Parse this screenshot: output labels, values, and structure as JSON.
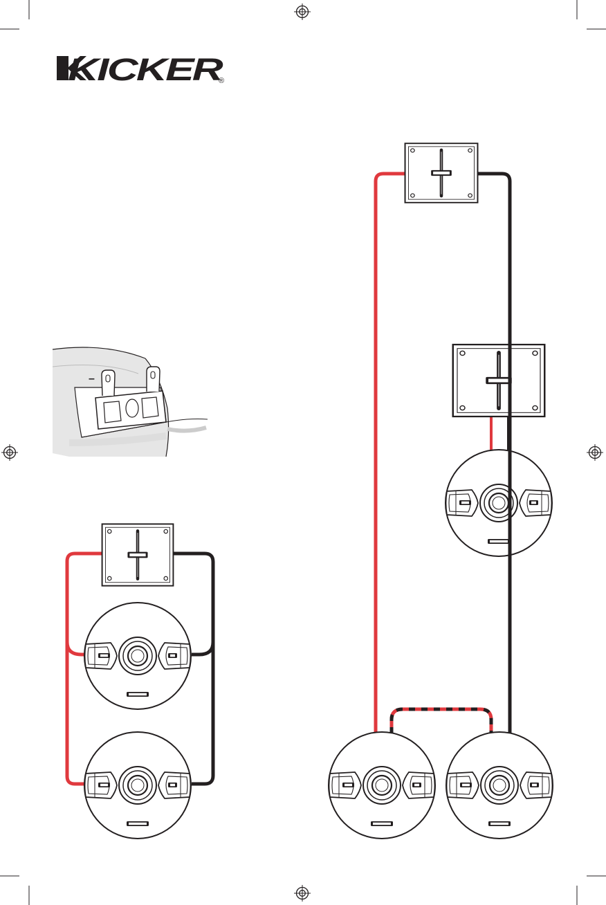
{
  "brand": {
    "logo_text": "KICKER",
    "registered_mark": "®"
  },
  "terminal_illustration": {
    "polarity_label": "–"
  },
  "colors": {
    "positive_wire": "#e0393e",
    "negative_wire": "#231f20",
    "line": "#231f20",
    "shade": "#d9d9d9",
    "background": "#ffffff"
  },
  "diagrams": [
    {
      "id": "single-sub",
      "amplifiers": 1,
      "speakers": 1,
      "wiring": "direct"
    },
    {
      "id": "parallel-two-subs",
      "amplifiers": 1,
      "speakers": 2,
      "wiring": "parallel"
    },
    {
      "id": "series-two-subs",
      "amplifiers": 1,
      "speakers": 2,
      "wiring": "series"
    }
  ],
  "icons": {
    "registration_mark": "crosshair-registration-icon",
    "crop_mark": "crop-mark-icon"
  }
}
